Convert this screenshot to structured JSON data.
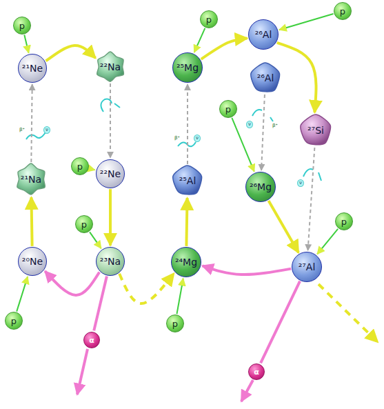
{
  "diagram": {
    "nodes": [
      {
        "text": [
          "p"
        ]
      },
      {
        "text": [
          "²¹Ne"
        ]
      },
      {
        "text": [
          "²²Na"
        ]
      },
      {
        "text": [
          "p"
        ]
      },
      {
        "text": [
          "²⁵Mg"
        ]
      },
      {
        "text": [
          "p"
        ]
      },
      {
        "text": [
          "²⁶Al"
        ]
      },
      {
        "text": [
          "²⁶Al"
        ]
      },
      {
        "text": [
          "p"
        ]
      },
      {
        "text": [
          "²⁷Si"
        ]
      },
      {
        "text": [
          "p"
        ]
      },
      {
        "text": [
          "²¹Na"
        ]
      },
      {
        "text": [
          "²²Ne"
        ]
      },
      {
        "text": [
          "²⁵Al"
        ]
      },
      {
        "text": [
          "²⁶Mg"
        ]
      },
      {
        "text": [
          "p"
        ]
      },
      {
        "text": [
          "p"
        ]
      },
      {
        "text": [
          "²⁰Ne"
        ]
      },
      {
        "text": [
          "²³Na"
        ]
      },
      {
        "text": [
          "²⁴Mg"
        ]
      },
      {
        "text": [
          "²⁷Al"
        ]
      },
      {
        "text": [
          "p"
        ]
      },
      {
        "text": [
          "p"
        ]
      },
      {
        "text": [
          "α"
        ]
      },
      {
        "text": [
          "α"
        ]
      }
    ],
    "edges": [
      {
        "from": 0,
        "to": 1,
        "arrow": "to"
      },
      {
        "from": 3,
        "to": 4,
        "arrow": "to"
      },
      {
        "from": 5,
        "to": 6,
        "arrow": "to"
      },
      {
        "from": 8,
        "to": 14,
        "arrow": "to"
      },
      {
        "from": 10,
        "to": 12,
        "arrow": "to"
      },
      {
        "from": 15,
        "to": 18,
        "arrow": "to"
      },
      {
        "from": 16,
        "to": 20,
        "arrow": "to"
      },
      {
        "from": 21,
        "to": 17,
        "arrow": "to"
      },
      {
        "from": 22,
        "to": 19,
        "arrow": "to"
      },
      {
        "from": 1,
        "to": 2,
        "arrow": "to"
      },
      {
        "from": 4,
        "to": 6,
        "arrow": "to"
      },
      {
        "from": 6,
        "to": 9,
        "arrow": "to"
      },
      {
        "from": 17,
        "to": 11,
        "arrow": "to"
      },
      {
        "from": 12,
        "to": 18,
        "arrow": "to"
      },
      {
        "from": 19,
        "to": 13,
        "arrow": "to"
      },
      {
        "from": 14,
        "to": 20,
        "arrow": "to"
      },
      {
        "from": 18,
        "to": 19,
        "arrow": "to"
      },
      {
        "from": 11,
        "to": 1,
        "arrow": "to"
      },
      {
        "from": 2,
        "to": 12,
        "arrow": "to"
      },
      {
        "from": 13,
        "to": 4,
        "arrow": "to"
      },
      {
        "from": 7,
        "to": 14,
        "arrow": "to"
      },
      {
        "from": 9,
        "to": 20,
        "arrow": "to"
      },
      {
        "from": 18,
        "to": 17,
        "arrow": "to"
      },
      {
        "from": 20,
        "to": 19,
        "arrow": "to"
      },
      {
        "from": 18,
        "to": 23,
        "arrow": "none"
      },
      {
        "from": 20,
        "to": 24,
        "arrow": "none"
      }
    ],
    "labels": [
      "β⁺",
      "ν",
      "β⁺",
      "ν",
      "ν",
      "β⁺",
      "ν"
    ]
  }
}
